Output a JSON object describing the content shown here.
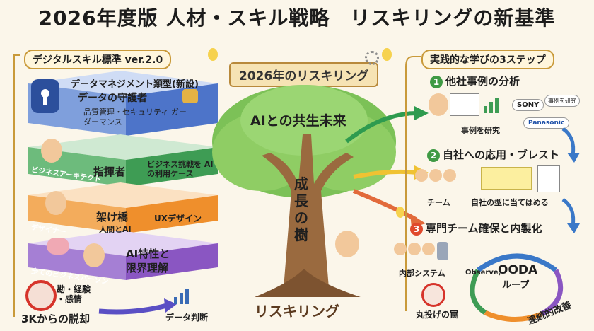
{
  "title": "2026年度版 人材・スキル戦略　リスキリングの新基準",
  "left_panel": {
    "header": "デジタルスキル標準 ver.2.0",
    "layers": [
      {
        "name": "データマネジメント類型(新設)",
        "role": "データの守護者",
        "desc": "品質管理・セキュリティ ガーダーマンス",
        "color": "#4d74c9"
      },
      {
        "name": "ビジネスアーキテクト",
        "role": "指揮者",
        "desc": "ビジネス挑戦を AIの利用ケース",
        "color": "#3e9c54"
      },
      {
        "name": "デザイナー",
        "role": "架け橋",
        "role_sub": "人間とAI",
        "desc": "UXデザイン",
        "color": "#ef8f2c"
      },
      {
        "name": "全てのビジネスパーソン",
        "role": "AI特性と",
        "role2": "限界理解",
        "color": "#8a56c2"
      }
    ],
    "bottom": {
      "kkd": "勘・経験 ・感情",
      "escape": "3Kからの脱却",
      "data_judgment": "データ判断"
    }
  },
  "center": {
    "banner": "2026年のリスキリング",
    "top_text": "AIとの共生未来",
    "trunk_text": [
      "成",
      "長",
      "の",
      "樹"
    ],
    "roots_text": "リスキリング"
  },
  "right_panel": {
    "header": "実践的な学びの3ステップ",
    "steps": [
      {
        "num": "1",
        "label": "他社事例の分析",
        "caption": "事例を研究",
        "logos": [
          "SONY",
          "事例を研究",
          "Panasonic"
        ]
      },
      {
        "num": "2",
        "label": "自社への応用・ブレスト",
        "captions": [
          "チーム",
          "自社の型に当てはめる"
        ]
      },
      {
        "num": "3",
        "label": "専門チーム確保と内製化",
        "captions": [
          "内部システム",
          "丸投げの罠"
        ]
      }
    ],
    "ooda": {
      "title": "OODA",
      "sub": "ループ",
      "side": "Observe,",
      "improve": "連続的改善"
    }
  },
  "colors": {
    "bg": "#fbf6ea",
    "green": "#3f9a44",
    "blue": "#4d74c9",
    "orange": "#ef8f2c",
    "purple": "#8a56c2",
    "red": "#e0492c"
  }
}
